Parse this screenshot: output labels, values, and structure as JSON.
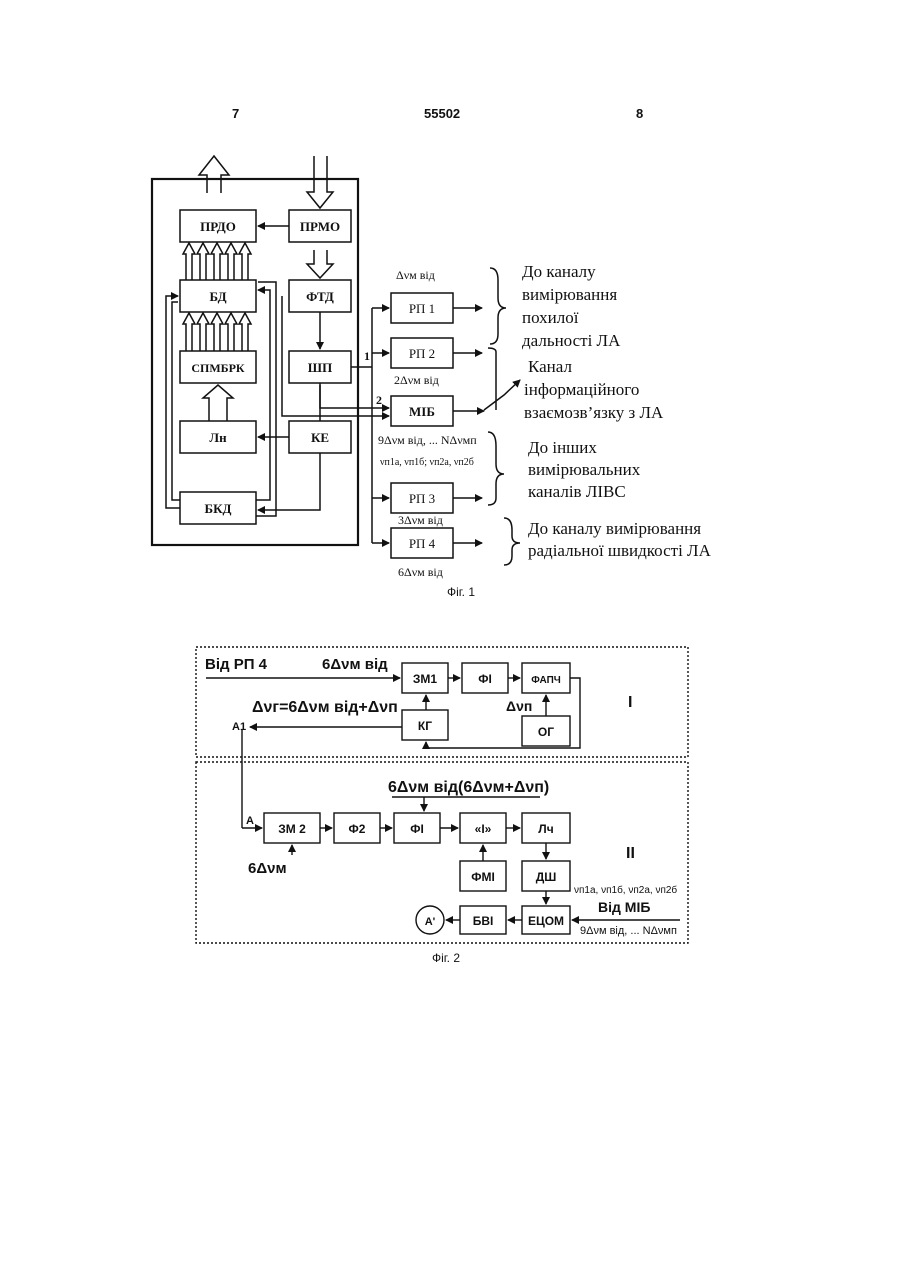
{
  "header": {
    "left": "7",
    "center": "55502",
    "right": "8"
  },
  "fig1": {
    "caption": "Фіг. 1",
    "blocks": {
      "prdo": "ПРДО",
      "prmo": "ПРМО",
      "bd": "БД",
      "ftd": "ФТД",
      "spmbrk": "СПМБРК",
      "shp": "ШП",
      "ln": "Лн",
      "ke": "КЕ",
      "bkd": "БКД",
      "mib": "МІБ",
      "rp1": "РП 1",
      "rp2": "РП 2",
      "rp3": "РП 3",
      "rp4": "РП 4"
    },
    "labels": {
      "rp1_top": "Δνм від",
      "rp2_bottom": "2Δνм від",
      "rp3_bottom": "3Δνм від",
      "rp4_bottom": "6Δνм від",
      "mib_bottom": "9Δνм від, ... NΔνмп",
      "nu_line": "νп1а, νп1б; νп2а, νп2б",
      "port1": "1",
      "port2": "2"
    },
    "targets": {
      "t1": [
        "До каналу",
        "вимірювання",
        "похилої",
        "дальності ЛА"
      ],
      "t2": [
        "Канал",
        "інформаційного",
        "взаємозв’язку з ЛА"
      ],
      "t3": [
        "До інших",
        "вимірювальних",
        "каналів ЛІВС"
      ],
      "t4": [
        "До каналу вимірювання",
        "радіальної швидкості ЛА"
      ]
    }
  },
  "fig2": {
    "caption": "Фіг. 2",
    "section1": "I",
    "section2": "II",
    "blocks": {
      "zm1": "ЗМ1",
      "fi1": "ФІ",
      "fapch": "ФАПЧ",
      "kg": "КГ",
      "og": "ОГ",
      "zm2": "ЗМ 2",
      "f2": "Ф2",
      "fi2": "ФІ",
      "i": "«І»",
      "lch": "Лч",
      "fmi": "ФМІ",
      "dsh": "ДШ",
      "tsom": "ЕЦОМ",
      "bvi": "БВІ"
    },
    "labels": {
      "from_rp4": "Від РП 4",
      "six_dv": "6Δνм від",
      "dvr": "Δνг=6Δνм від+Δνп",
      "dvp": "Δνп",
      "a1": "А1",
      "a": "А",
      "mix": "6Δνм від(6Δνм+Δνп)",
      "six_dvm": "6Δνм",
      "nu_line": "νп1а, νп1б, νп2а, νп2б",
      "from_mib": "Від МІБ",
      "mib_range": "9Δνм від, ... NΔνмп",
      "out": "А'"
    }
  }
}
